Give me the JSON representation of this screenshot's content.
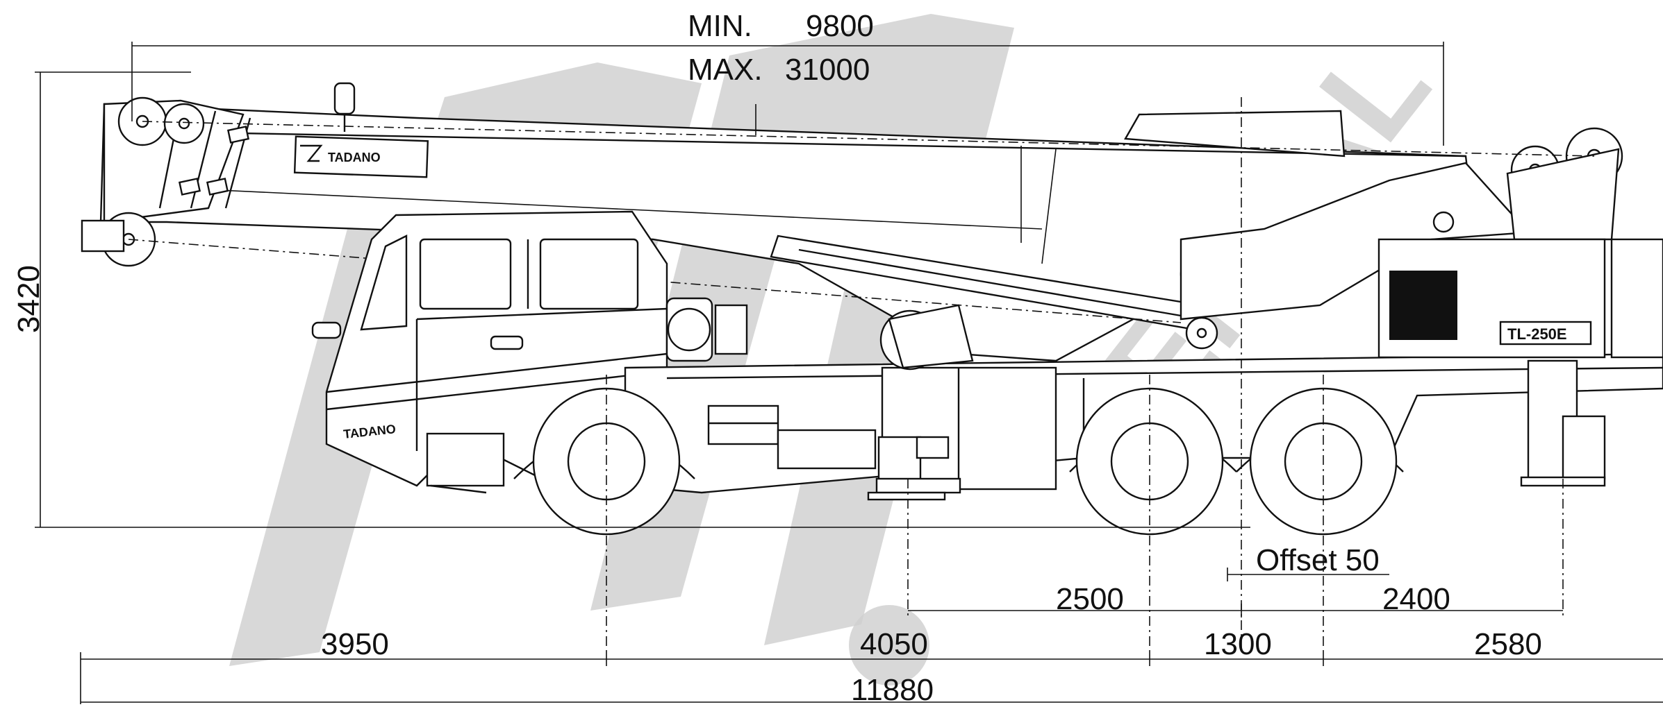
{
  "dimensions": {
    "boom_min_label": "MIN.",
    "boom_min_value": "9800",
    "boom_max_label": "MAX.",
    "boom_max_value": "31000",
    "height": "3420",
    "offset": "Offset 50",
    "axle_to_outrigger_front": "2500",
    "axle_to_outrigger_rear": "2400",
    "front_overhang": "3950",
    "wheelbase_front": "4050",
    "tandem_spacing": "1300",
    "rear_overhang": "2580",
    "overall_length": "11880"
  },
  "markings": {
    "boom_brand": "TADANO",
    "cab_brand": "TADANO",
    "model_badge": "TL-250E"
  },
  "watermark": {
    "text": "RENTAL",
    "color": "#cfcfcf"
  },
  "colors": {
    "line": "#111111",
    "background": "#ffffff"
  }
}
